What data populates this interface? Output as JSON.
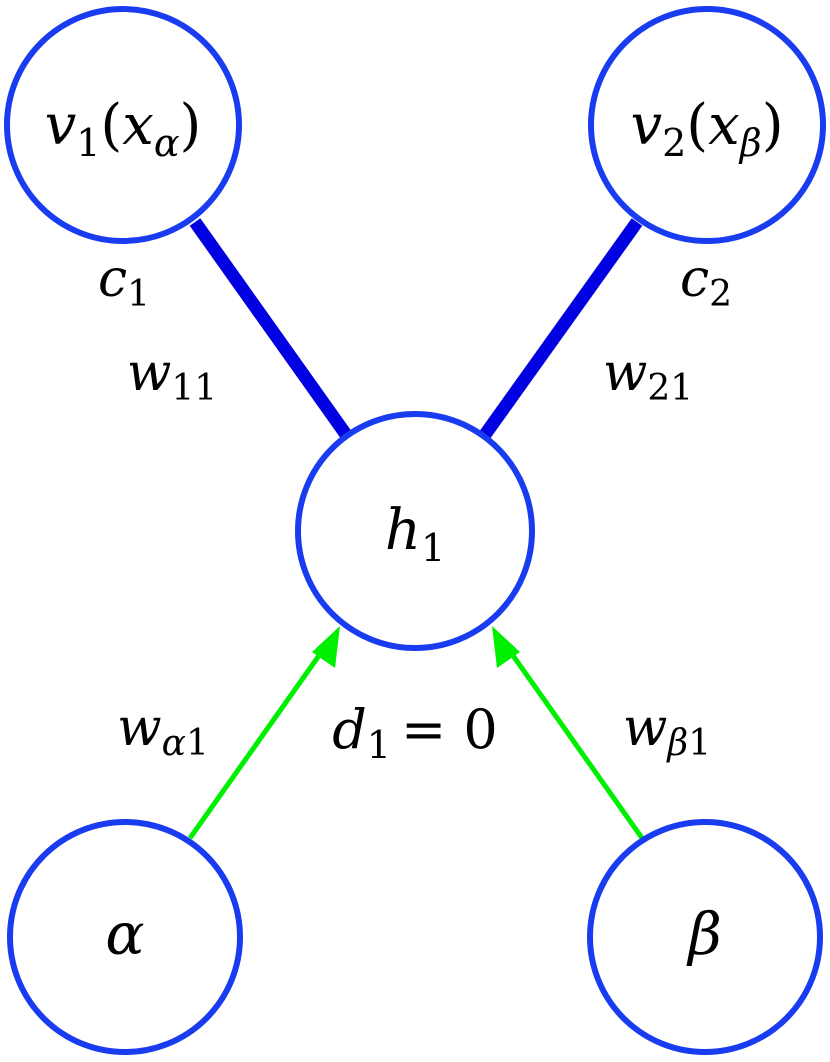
{
  "diagram": {
    "colors": {
      "node_stroke": "#1a3cf0",
      "weight_edge": "#0000e0",
      "input_arrow": "#00ee00",
      "text": "#000000",
      "background": "#ffffff"
    },
    "nodes": {
      "v1": {
        "name": "v",
        "sub": "1",
        "arg_name": "x",
        "arg_sub": "α"
      },
      "v2": {
        "name": "v",
        "sub": "2",
        "arg_name": "x",
        "arg_sub": "β"
      },
      "h1": {
        "name": "h",
        "sub": "1"
      },
      "alpha": {
        "name": "α"
      },
      "beta": {
        "name": "β"
      }
    },
    "labels": {
      "c1": {
        "name": "c",
        "sub": "1"
      },
      "c2": {
        "name": "c",
        "sub": "2"
      },
      "w11": {
        "name": "w",
        "sub": "11"
      },
      "w21": {
        "name": "w",
        "sub": "21"
      },
      "w_alpha1": {
        "name": "w",
        "sub_greek": "α",
        "sub_num": "1"
      },
      "w_beta1": {
        "name": "w",
        "sub_greek": "β",
        "sub_num": "1"
      },
      "d1": {
        "name": "d",
        "sub": "1",
        "relation": "= 0"
      }
    }
  }
}
